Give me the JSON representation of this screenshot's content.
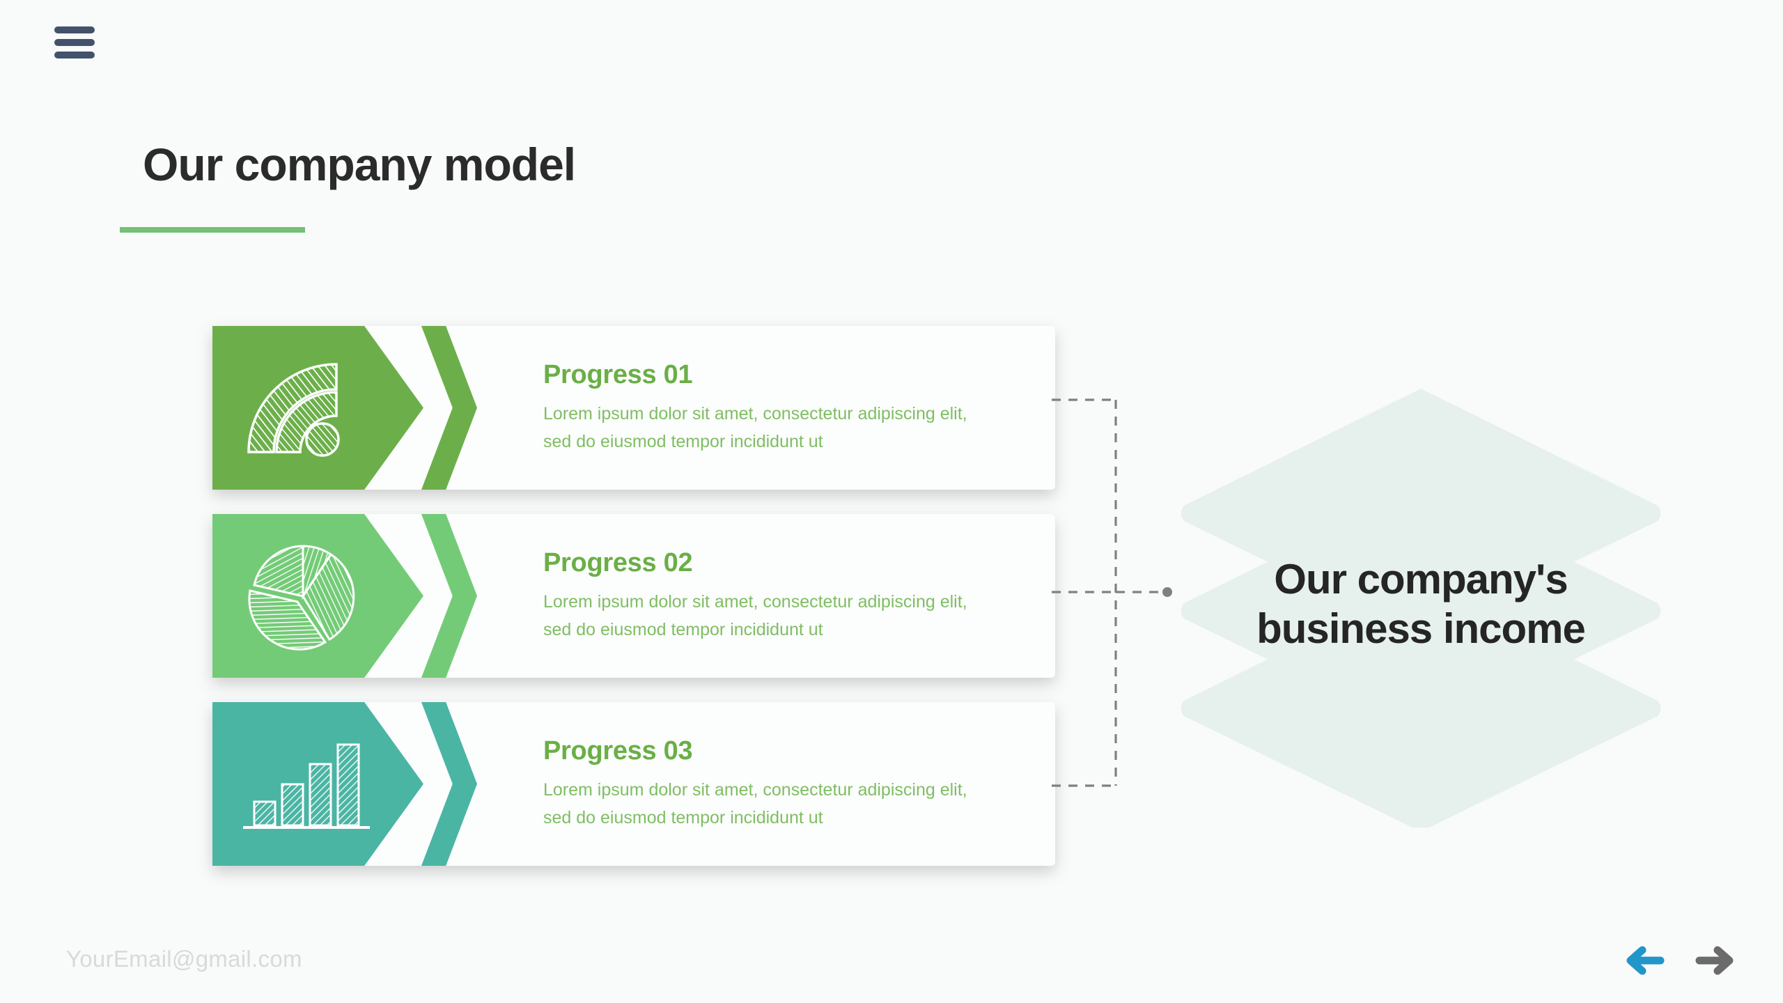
{
  "background_color": "#F9FAFA",
  "header": {
    "menu_icon": "hamburger-menu-icon",
    "title": "Our company model",
    "accent_color": "#74C077"
  },
  "cards": [
    {
      "icon": "wifi-signal-icon",
      "heading": "Progress 01",
      "description_line1": "Lorem ipsum dolor sit amet, consectetur adipiscing elit,",
      "description_line2": "sed do eiusmod tempor incididunt ut",
      "accent_color": "#6CAF4A",
      "chevron_color": "#6CAF4A"
    },
    {
      "icon": "pie-chart-icon",
      "heading": "Progress 02",
      "description_line1": "Lorem ipsum dolor sit amet, consectetur adipiscing elit,",
      "description_line2": "sed do eiusmod tempor incididunt ut",
      "accent_color": "#74CB77",
      "chevron_color": "#74CB77"
    },
    {
      "icon": "bar-chart-icon",
      "heading": "Progress 03",
      "description_line1": "Lorem ipsum dolor sit amet, consectetur adipiscing elit,",
      "description_line2": "sed do eiusmod tempor incididunt ut",
      "accent_color": "#4BB5A4",
      "chevron_color": "#4BB5A4"
    }
  ],
  "connector": {
    "line_color": "#808080",
    "style": "dashed",
    "node_icon": "connector-dot"
  },
  "income": {
    "title_line1": "Our company's",
    "title_line2": "business income",
    "graphic": "stacked-layers-icon",
    "graphic_color": "#E6F0EC",
    "text_color": "#252525"
  },
  "footer": {
    "email": "YourEmail@gmail.com",
    "email_color": "#D8D9D9",
    "prev_arrow_icon": "arrow-left-icon",
    "next_arrow_icon": "arrow-right-icon",
    "prev_arrow_color": "#2196C8",
    "next_arrow_color": "#6B6B6B"
  }
}
